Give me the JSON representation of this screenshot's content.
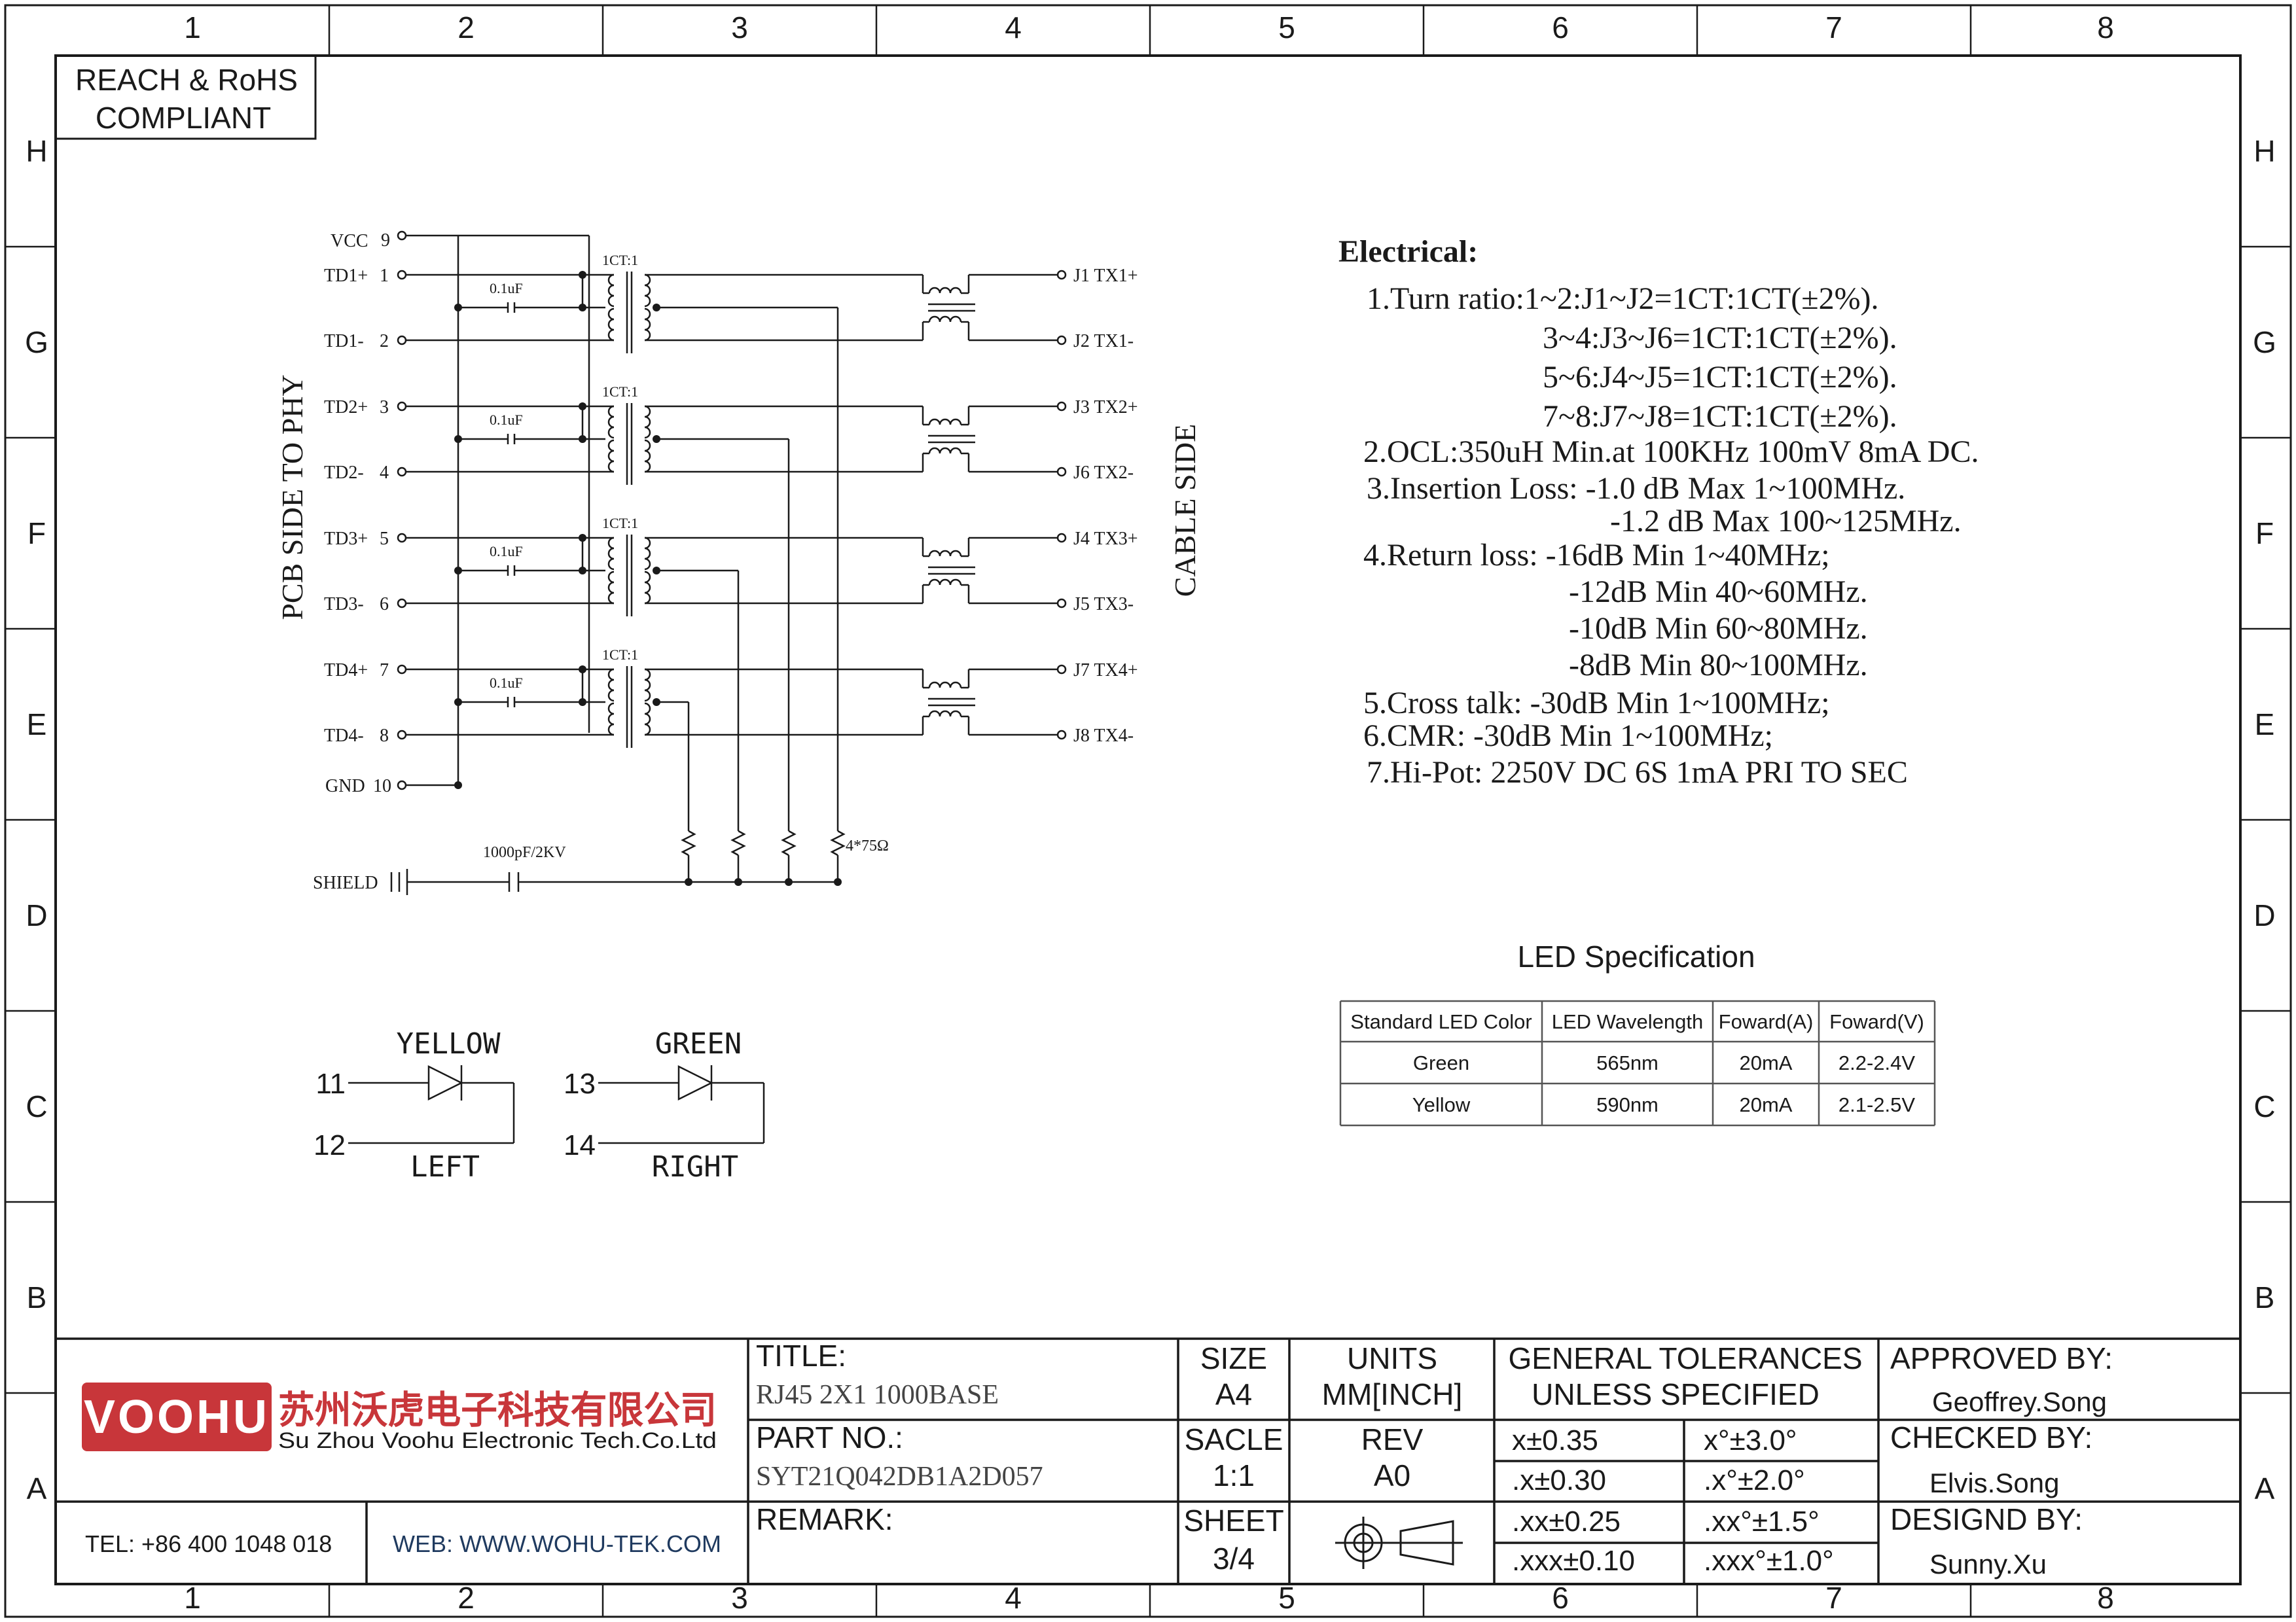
{
  "border": {
    "columns": [
      "1",
      "2",
      "3",
      "4",
      "5",
      "6",
      "7",
      "8"
    ],
    "rows": [
      "H",
      "G",
      "F",
      "E",
      "D",
      "C",
      "B",
      "A"
    ]
  },
  "compliance": {
    "line1": "REACH & RoHS",
    "line2": "COMPLIANT"
  },
  "schematic": {
    "left_label": "PCB SIDE TO PHY",
    "right_label": "CABLE SIDE",
    "vcc": {
      "name": "VCC",
      "pin": "9"
    },
    "gnd": {
      "name": "GND",
      "pin": "10"
    },
    "channels": [
      {
        "p_name": "TD1+",
        "p_pin": "1",
        "n_name": "TD1-",
        "n_pin": "2",
        "cap": "0.1uF",
        "ratio": "1CT:1",
        "out_p": "J1  TX1+",
        "out_n": "J2  TX1-"
      },
      {
        "p_name": "TD2+",
        "p_pin": "3",
        "n_name": "TD2-",
        "n_pin": "4",
        "cap": "0.1uF",
        "ratio": "1CT:1",
        "out_p": "J3  TX2+",
        "out_n": "J6  TX2-"
      },
      {
        "p_name": "TD3+",
        "p_pin": "5",
        "n_name": "TD3-",
        "n_pin": "6",
        "cap": "0.1uF",
        "ratio": "1CT:1",
        "out_p": "J4  TX3+",
        "out_n": "J5  TX3-"
      },
      {
        "p_name": "TD4+",
        "p_pin": "7",
        "n_name": "TD4-",
        "n_pin": "8",
        "cap": "0.1uF",
        "ratio": "1CT:1",
        "out_p": "J7  TX4+",
        "out_n": "J8  TX4-"
      }
    ],
    "resistor_label": "4*75Ω",
    "shield_label": "SHIELD",
    "shield_cap": "1000pF/2KV"
  },
  "leds": [
    {
      "color": "YELLOW",
      "side": "LEFT",
      "pin_a": "11",
      "pin_k": "12"
    },
    {
      "color": "GREEN",
      "side": "RIGHT",
      "pin_a": "13",
      "pin_k": "14"
    }
  ],
  "electrical": {
    "heading": "Electrical:",
    "lines": [
      "1.Turn ratio:1~2:J1~J2=1CT:1CT(±2%).",
      "3~4:J3~J6=1CT:1CT(±2%).",
      "5~6:J4~J5=1CT:1CT(±2%).",
      "7~8:J7~J8=1CT:1CT(±2%).",
      "2.OCL:350uH Min.at 100KHz 100mV 8mA DC.",
      "3.Insertion Loss: -1.0 dB Max 1~100MHz.",
      "-1.2 dB Max 100~125MHz.",
      "4.Return loss: -16dB Min 1~40MHz;",
      "-12dB Min 40~60MHz.",
      "-10dB Min 60~80MHz.",
      "-8dB Min 80~100MHz.",
      "5.Cross talk: -30dB Min 1~100MHz;",
      "6.CMR: -30dB Min 1~100MHz;",
      "7.Hi-Pot: 2250V DC 6S 1mA PRI TO SEC"
    ]
  },
  "led_spec": {
    "title": "LED Specification",
    "headers": [
      "Standard LED Color",
      "LED Wavelength",
      "Foward(A)",
      "Foward(V)"
    ],
    "rows": [
      [
        "Green",
        "565nm",
        "20mA",
        "2.2-2.4V"
      ],
      [
        "Yellow",
        "590nm",
        "20mA",
        "2.1-2.5V"
      ]
    ]
  },
  "title_block": {
    "logo": "VOOHU",
    "company_cn": "苏州沃虎电子科技有限公司",
    "company_en": "Su Zhou Voohu Electronic Tech.Co.Ltd",
    "tel": "TEL: +86 400 1048 018",
    "web": "WEB: WWW.WOHU-TEK.COM",
    "title_label": "TITLE:",
    "title_value": "RJ45 2X1 1000BASE",
    "part_label": "PART NO.:",
    "part_value": "SYT21Q042DB1A2D057",
    "remark_label": "REMARK:",
    "size_label": "SIZE",
    "size_value": "A4",
    "scale_label": "SACLE",
    "scale_value": "1:1",
    "sheet_label": "SHEET",
    "sheet_value": "3/4",
    "units_label": "UNITS",
    "units_value": "MM[INCH]",
    "rev_label": "REV",
    "rev_value": "A0",
    "tol_label1": "GENERAL TOLERANCES",
    "tol_label2": "UNLESS SPECIFIED",
    "tol": [
      [
        "x±0.35",
        "x°±3.0°"
      ],
      [
        ".x±0.30",
        ".x°±2.0°"
      ],
      [
        ".xx±0.25",
        ".xx°±1.5°"
      ],
      [
        ".xxx±0.10",
        ".xxx°±1.0°"
      ]
    ],
    "approved_label": "APPROVED BY:",
    "approved_value": "Geoffrey.Song",
    "checked_label": "CHECKED BY:",
    "checked_value": "Elvis.Song",
    "design_label": "DESIGND BY:",
    "design_value": "Sunny.Xu"
  },
  "colors": {
    "line": "#1a1a1a",
    "logo_red": "#c8363a"
  }
}
